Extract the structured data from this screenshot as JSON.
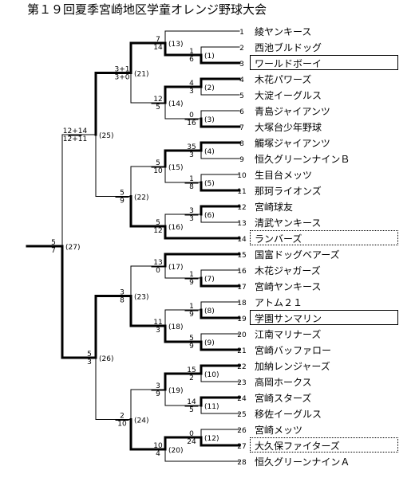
{
  "title": "第１９回夏季宮崎地区学童オレンジ野球大会",
  "teams": [
    {
      "no": "1",
      "name": "綾ヤンキース"
    },
    {
      "no": "2",
      "name": "西池ブルドッグ"
    },
    {
      "no": "3",
      "name": "ワールドボーイ"
    },
    {
      "no": "4",
      "name": "木花パワーズ"
    },
    {
      "no": "5",
      "name": "大淀イーグルス"
    },
    {
      "no": "6",
      "name": "青島ジャイアンツ"
    },
    {
      "no": "7",
      "name": "大塚台少年野球"
    },
    {
      "no": "8",
      "name": "觸塚ジャイアンツ"
    },
    {
      "no": "9",
      "name": "恒久グリーンナインＢ"
    },
    {
      "no": "10",
      "name": "生目台メッツ"
    },
    {
      "no": "11",
      "name": "那珂ライオンズ"
    },
    {
      "no": "12",
      "name": "宮崎球友"
    },
    {
      "no": "13",
      "name": "清武ヤンキース"
    },
    {
      "no": "14",
      "name": "ランバーズ"
    },
    {
      "no": "15",
      "name": "国富ドッグベアーズ"
    },
    {
      "no": "16",
      "name": "木花ジャガーズ"
    },
    {
      "no": "17",
      "name": "宮崎ヤンキース"
    },
    {
      "no": "18",
      "name": "アトム２１"
    },
    {
      "no": "19",
      "name": "学園サンマリン"
    },
    {
      "no": "20",
      "name": "江南マリナーズ"
    },
    {
      "no": "21",
      "name": "宮崎バッファロー"
    },
    {
      "no": "22",
      "name": "加納レンジャーズ"
    },
    {
      "no": "23",
      "name": "高岡ホークス"
    },
    {
      "no": "24",
      "name": "宮崎スターズ"
    },
    {
      "no": "25",
      "name": "移佐イーグルス"
    },
    {
      "no": "26",
      "name": "宮崎メッツ"
    },
    {
      "no": "27",
      "name": "大久保ファイターズ"
    },
    {
      "no": "28",
      "name": "恒久グリーンナインＡ"
    }
  ],
  "games": {
    "1": {
      "label": "(1)",
      "top": "1",
      "bottom": "6"
    },
    "2": {
      "label": "(2)",
      "top": "4",
      "bottom": "3"
    },
    "3": {
      "label": "(3)",
      "top": "0",
      "bottom": "16"
    },
    "4": {
      "label": "(4)",
      "top": "35",
      "bottom": "3"
    },
    "5": {
      "label": "(5)",
      "top": "1",
      "bottom": "8"
    },
    "6": {
      "label": "(6)",
      "top": "3",
      "bottom": "3"
    },
    "7": {
      "label": "(7)",
      "top": "1",
      "bottom": "9"
    },
    "8": {
      "label": "(8)",
      "top": "1",
      "bottom": "9"
    },
    "9": {
      "label": "(9)",
      "top": "5",
      "bottom": "9"
    },
    "10": {
      "label": "(10)",
      "top": "15",
      "bottom": "2"
    },
    "11": {
      "label": "(11)",
      "top": "14",
      "bottom": "5"
    },
    "12": {
      "label": "(12)",
      "top": "0",
      "bottom": "24"
    },
    "13": {
      "label": "(13)",
      "top": "7",
      "bottom": "14"
    },
    "14": {
      "label": "(14)",
      "top": "12",
      "bottom": "5"
    },
    "15": {
      "label": "(15)",
      "top": "5",
      "bottom": "10"
    },
    "16": {
      "label": "(16)",
      "top": "5",
      "bottom": "12"
    },
    "17": {
      "label": "(17)",
      "top": "13",
      "bottom": "0"
    },
    "18": {
      "label": "(18)",
      "top": "11",
      "bottom": "3"
    },
    "19": {
      "label": "(19)",
      "top": "3",
      "bottom": "9"
    },
    "20": {
      "label": "(20)",
      "top": "10",
      "bottom": "4"
    },
    "21": {
      "label": "(21)",
      "top": "3+1",
      "bottom": "3+0"
    },
    "22": {
      "label": "(22)",
      "top": "5",
      "bottom": "9"
    },
    "23": {
      "label": "(23)",
      "top": "3",
      "bottom": "8"
    },
    "24": {
      "label": "(24)",
      "top": "2",
      "bottom": "10"
    },
    "25": {
      "label": "(25)",
      "top": "12+14",
      "bottom": "12+11"
    },
    "26": {
      "label": "(26)",
      "top": "5",
      "bottom": "3"
    },
    "27": {
      "label": "(27)",
      "top": "5",
      "bottom": "7"
    }
  }
}
